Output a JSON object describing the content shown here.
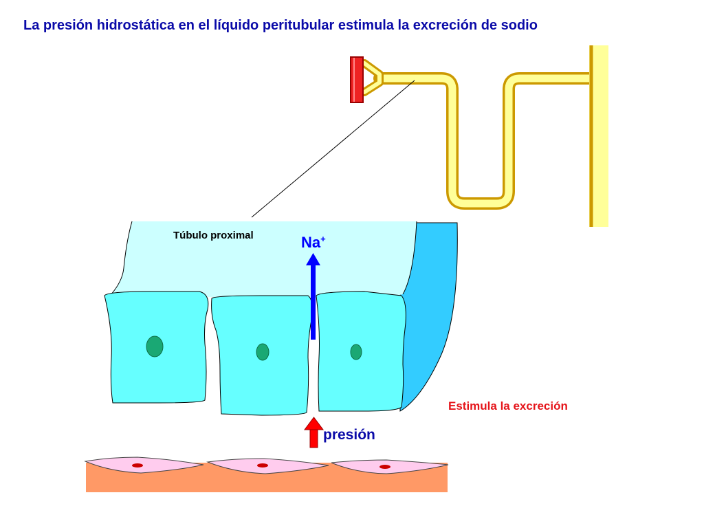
{
  "title": "La presión hidrostática en el líquido peritubular estimula la excreción de sodio",
  "labels": {
    "tubule": "Túbulo proximal",
    "ion": "Na",
    "ion_charge": "+",
    "effect": "Estimula la excreción",
    "pressure": "presión"
  },
  "colors": {
    "title": "#0a0aa8",
    "lumen": "#ccffff",
    "cell": "#66ffff",
    "nucleus": "#1aa874",
    "basement": "#33ccff",
    "sodium_arrow": "#0000ff",
    "pressure_arrow": "#ff0000",
    "effect_text": "#e5141a",
    "nephron_tube": "#ffff99",
    "nephron_outline": "#cc9900",
    "vessel": "#ff8866",
    "endothelial_cell": "#ffccee",
    "endothelial_nucleus": "#cc0000"
  }
}
